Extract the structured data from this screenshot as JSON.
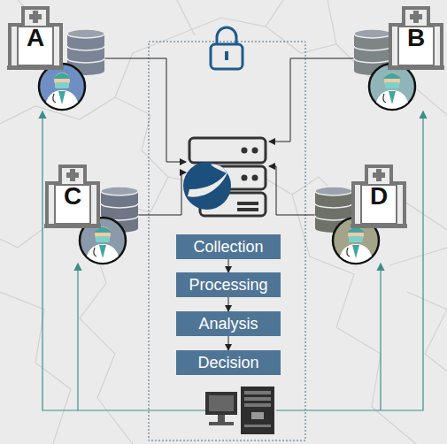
{
  "diagram": {
    "nodes": [
      {
        "text": [
          "A"
        ]
      },
      {
        "text": [
          "B"
        ]
      },
      {
        "text": [
          "C"
        ]
      },
      {
        "text": [
          "D"
        ]
      },
      {
        "text": [
          "Collection"
        ]
      },
      {
        "text": [
          "Processing"
        ]
      },
      {
        "text": [
          "Analysis"
        ]
      },
      {
        "text": [
          "Decision"
        ]
      }
    ],
    "edges": [
      {
        "from": 4,
        "to": 5,
        "arrow": "to"
      },
      {
        "from": 5,
        "to": 6,
        "arrow": "to"
      },
      {
        "from": 6,
        "to": 7,
        "arrow": "to"
      }
    ]
  }
}
